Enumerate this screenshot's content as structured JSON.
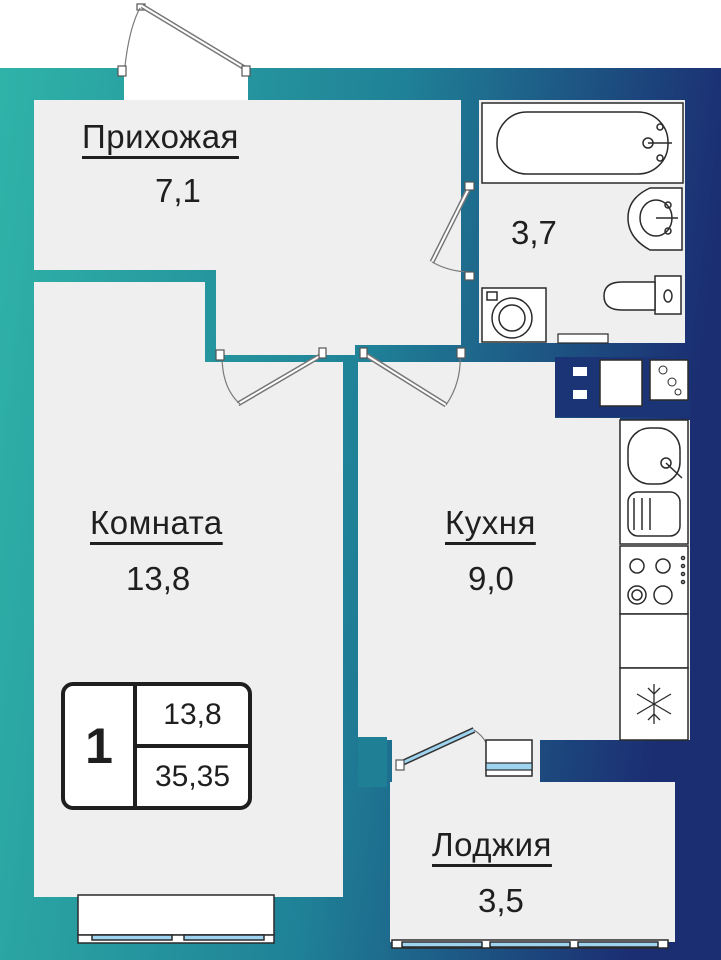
{
  "colors": {
    "wall_gradient_start": "#2fb3a8",
    "wall_gradient_mid": "#1f7f95",
    "wall_gradient_end": "#1b2e72",
    "floor": "#efefef",
    "fixture_stroke": "#2a2a2a",
    "window_glass": "#9ed4ef",
    "text": "#1f1f1f"
  },
  "rooms": {
    "hallway": {
      "name": "Прихожая",
      "area": "7,1"
    },
    "bathroom": {
      "area": "3,7"
    },
    "room": {
      "name": "Комната",
      "area": "13,8"
    },
    "kitchen": {
      "name": "Кухня",
      "area": "9,0"
    },
    "loggia": {
      "name": "Лоджия",
      "area": "3,5"
    }
  },
  "summary": {
    "rooms_count": "1",
    "living_area": "13,8",
    "total_area": "35,35"
  },
  "icons": [
    "bathtub-icon",
    "sink-icon",
    "toilet-icon",
    "washing-machine-icon",
    "stove-icon",
    "kitchen-sink-icon",
    "fridge-snowflake-icon",
    "electrical-panel-icon"
  ]
}
